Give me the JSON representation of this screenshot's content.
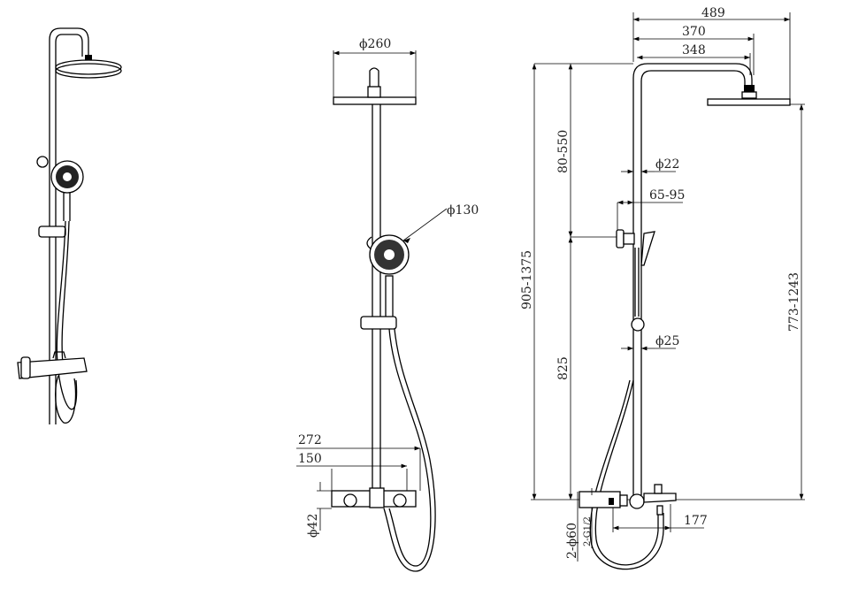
{
  "drawing": {
    "views": [
      "perspective-view",
      "front-view",
      "side-view"
    ],
    "front_view": {
      "head_diameter": "ϕ260",
      "hand_shower_diameter": "ϕ130",
      "mixer_width": "272",
      "inlet_spacing": "150",
      "mixer_diameter": "ϕ42"
    },
    "side_view": {
      "total_reach": "489",
      "arm_outer": "370",
      "arm_inner": "348",
      "total_height": "905-1375",
      "upper_adjust": "80-550",
      "lower_height": "825",
      "head_height": "773-1243",
      "upper_tube_diameter": "ϕ22",
      "wall_distance": "65-95",
      "lower_tube_diameter": "ϕ25",
      "spout_length": "177",
      "escutcheon": "2-ϕ60",
      "inlet_thread": "2-G1/2"
    }
  },
  "colors": {
    "line": "#000000",
    "background": "#ffffff"
  }
}
